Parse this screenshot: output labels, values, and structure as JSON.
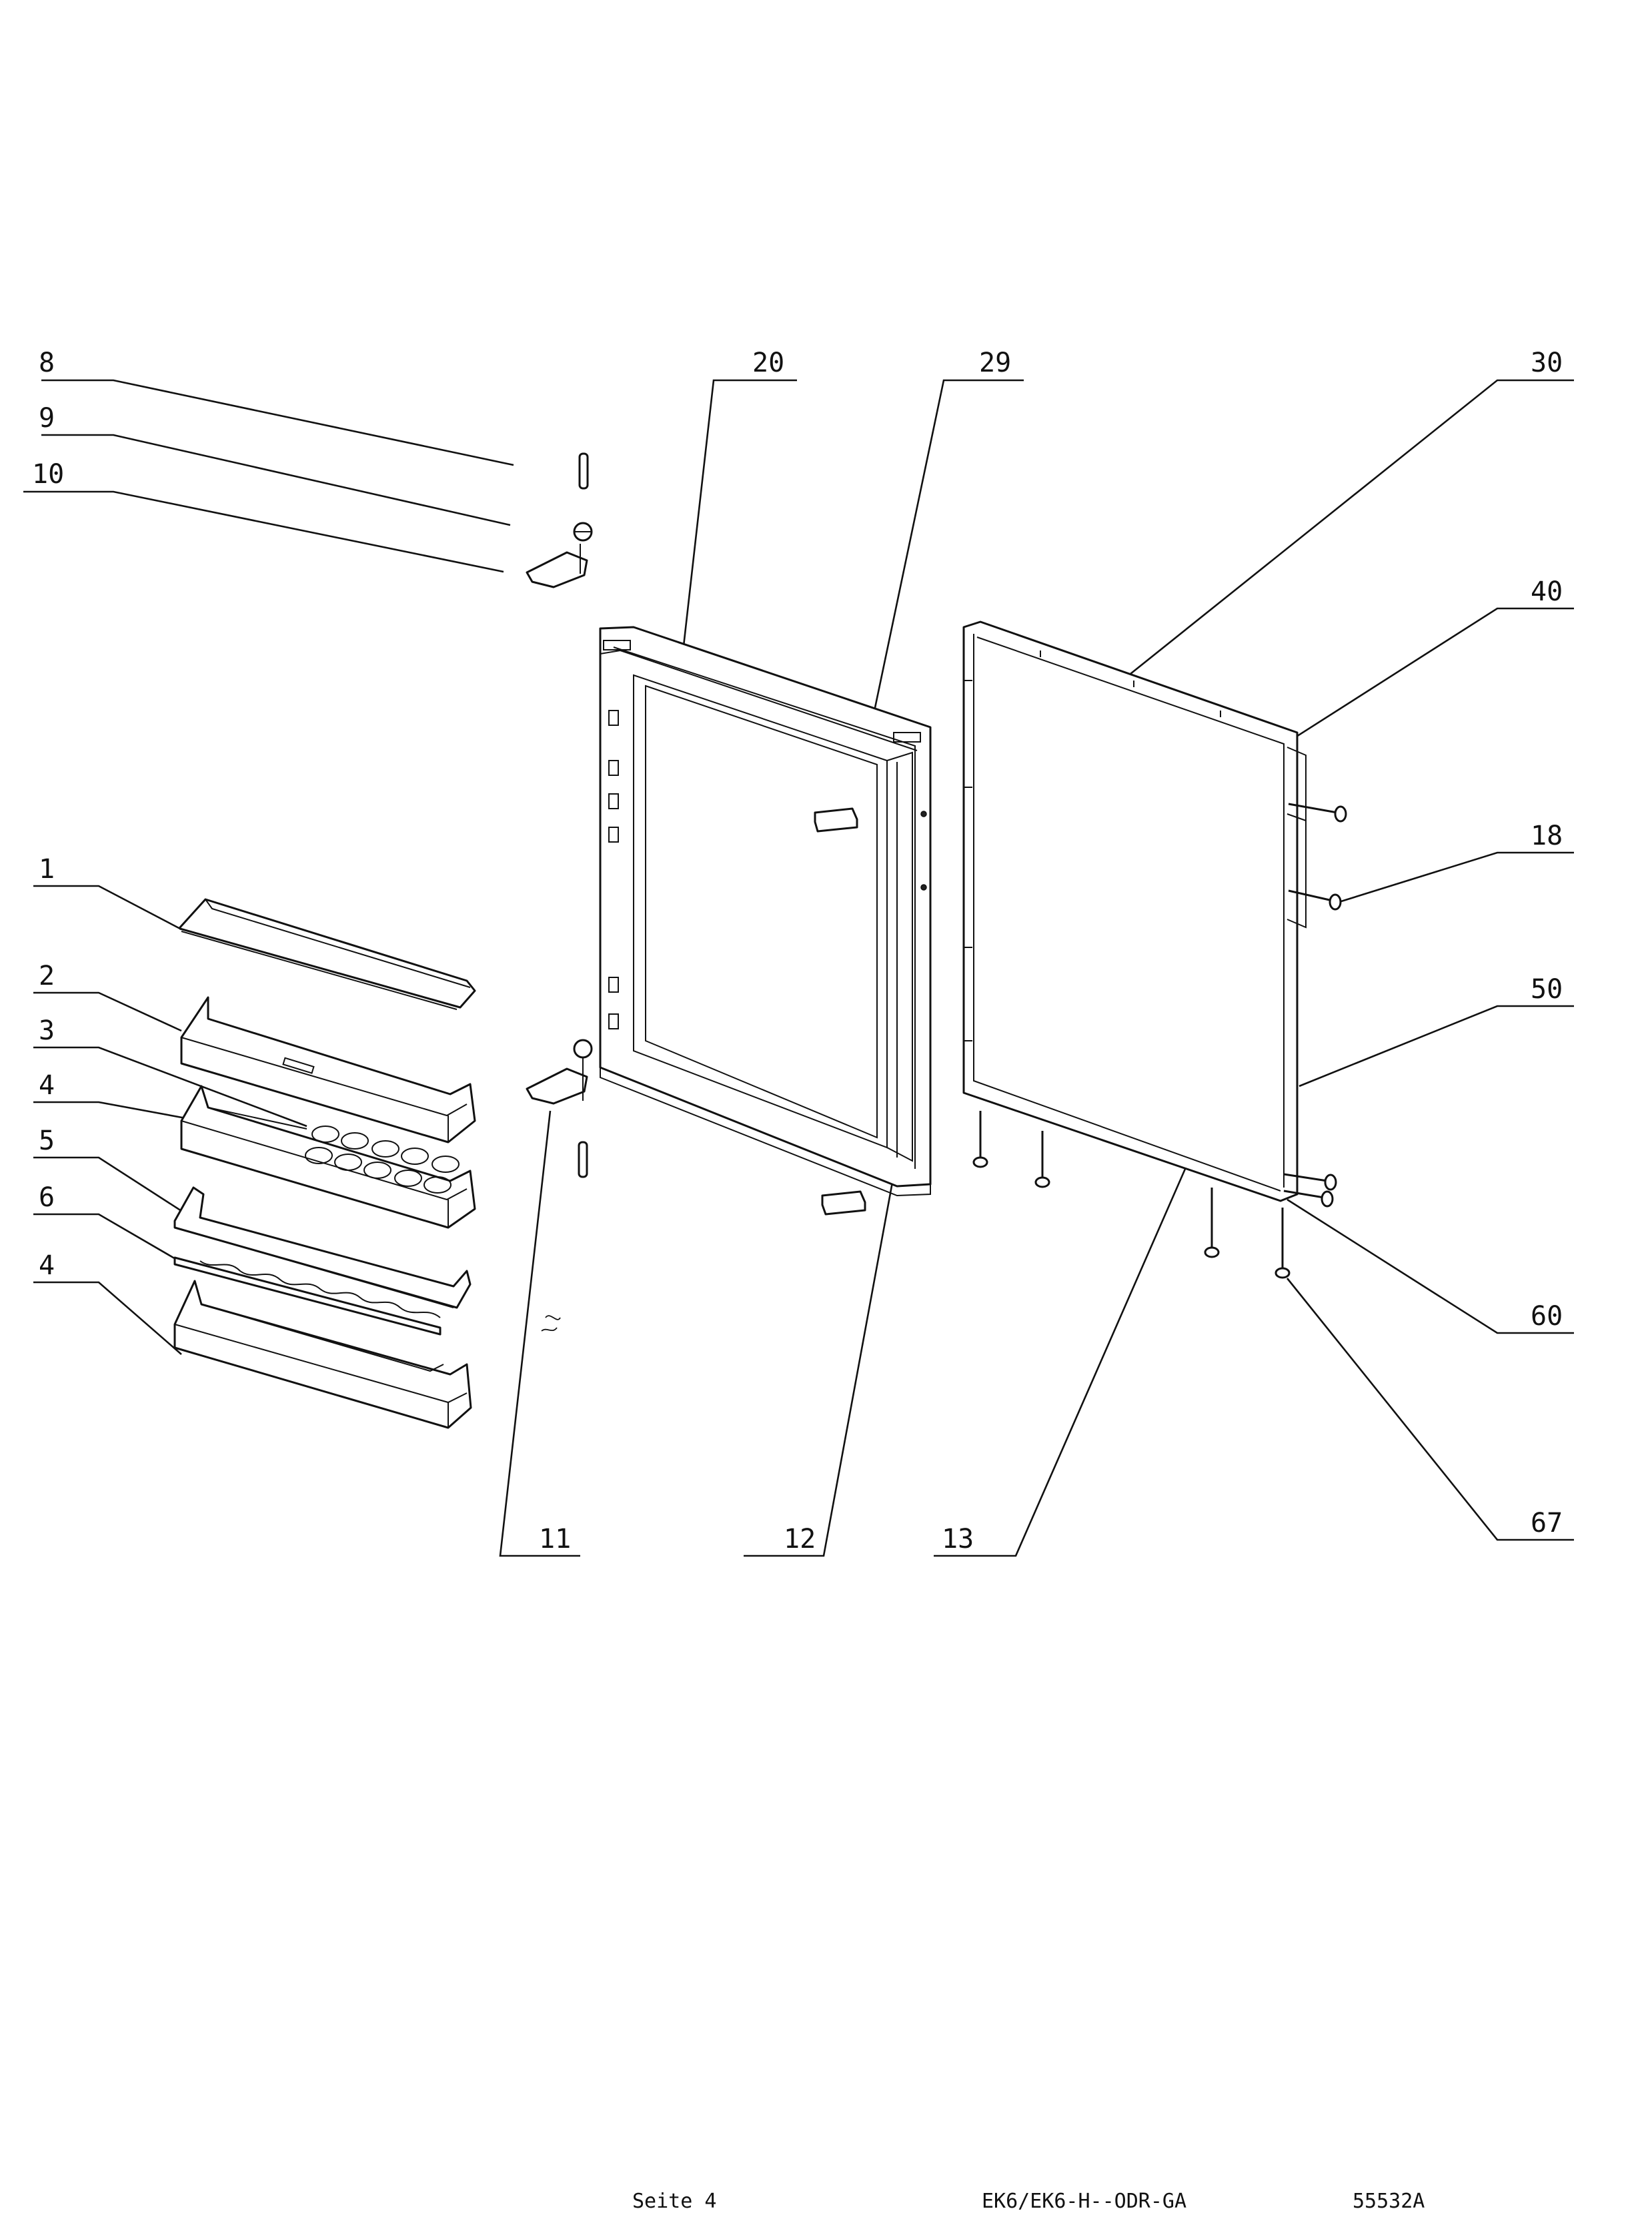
{
  "labels": {
    "l1": "1",
    "l2": "2",
    "l3": "3",
    "l4a": "4",
    "l4b": "4",
    "l5": "5",
    "l6": "6",
    "l8": "8",
    "l9": "9",
    "l10": "10",
    "l11": "11",
    "l12": "12",
    "l13": "13",
    "l18": "18",
    "l20": "20",
    "l29": "29",
    "l30": "30",
    "l40": "40",
    "l50": "50",
    "l60": "60",
    "l67": "67"
  },
  "footer": {
    "page": "Seite 4",
    "model": "EK6/EK6-H--ODR-GA",
    "doc_number": "55532A"
  }
}
